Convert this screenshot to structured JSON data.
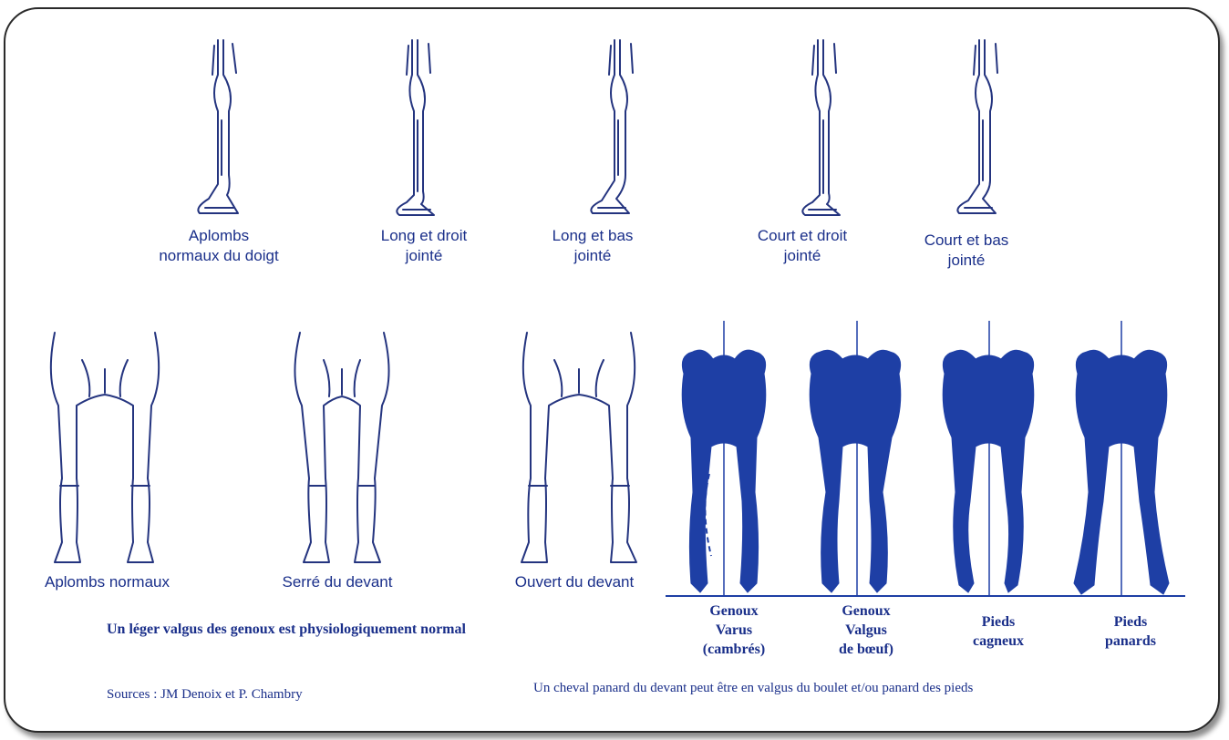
{
  "side_views": [
    {
      "label_line1": "Aplombs",
      "label_line2": "normaux du doigt",
      "icon": "horse-leg-side-view-icon"
    },
    {
      "label_line1": "Long et droit",
      "label_line2": "jointé",
      "icon": "horse-leg-side-view-icon"
    },
    {
      "label_line1": "Long et bas",
      "label_line2": "jointé",
      "icon": "horse-leg-side-view-icon"
    },
    {
      "label_line1": "Court et droit",
      "label_line2": "jointé",
      "icon": "horse-leg-side-view-icon"
    },
    {
      "label_line1": "Court et bas",
      "label_line2": "jointé",
      "icon": "horse-leg-side-view-icon"
    }
  ],
  "front_views": [
    {
      "label": "Aplombs normaux",
      "icon": "horse-forelegs-front-view-icon"
    },
    {
      "label": "Serré du devant",
      "icon": "horse-forelegs-front-view-icon"
    },
    {
      "label": "Ouvert du devant",
      "icon": "horse-forelegs-front-view-icon"
    }
  ],
  "silhouette_views": [
    {
      "line1": "Genoux",
      "line2": "Varus",
      "line3": "(cambrés)",
      "icon": "horse-silhouette-front-icon"
    },
    {
      "line1": "Genoux",
      "line2": "Valgus",
      "line3": "de bœuf)",
      "icon": "horse-silhouette-front-icon"
    },
    {
      "line1": "Pieds",
      "line2": "cagneux",
      "line3": "",
      "icon": "horse-silhouette-front-icon"
    },
    {
      "line1": "Pieds",
      "line2": "panards",
      "line3": "",
      "icon": "horse-silhouette-front-icon"
    }
  ],
  "notes": {
    "valgus": "Un léger valgus des genoux est physiologiquement normal",
    "sources": "Sources : JM Denoix et P. Chambry",
    "panard": "Un cheval panard du devant peut être en valgus du boulet et/ou panard des pieds"
  },
  "colors": {
    "ink": "#1a2f8a",
    "silhouette": "#1e3fa5",
    "frame": "#2a2a2a"
  }
}
